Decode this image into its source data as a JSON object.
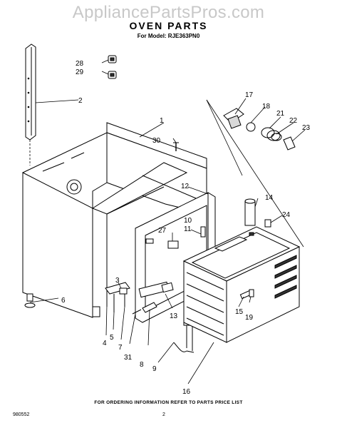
{
  "watermark": "AppliancePartsPros.com",
  "title": "OVEN PARTS",
  "model": "For Model: RJE363PN0",
  "footer": "FOR ORDERING INFORMATION REFER TO PARTS PRICE LIST",
  "doc_number": "980552",
  "page_number": "2",
  "callouts": {
    "c1": "1",
    "c2": "2",
    "c3": "3",
    "c4": "4",
    "c5": "5",
    "c6": "6",
    "c7": "7",
    "c8": "8",
    "c9": "9",
    "c10": "10",
    "c11": "11",
    "c12": "12",
    "c13": "13",
    "c14": "14",
    "c15": "15",
    "c16": "16",
    "c17": "17",
    "c18": "18",
    "c19": "19",
    "c21": "21",
    "c22": "22",
    "c23": "23",
    "c24": "24",
    "c27": "27",
    "c28": "28",
    "c29": "29",
    "c30": "30",
    "c31": "31"
  }
}
